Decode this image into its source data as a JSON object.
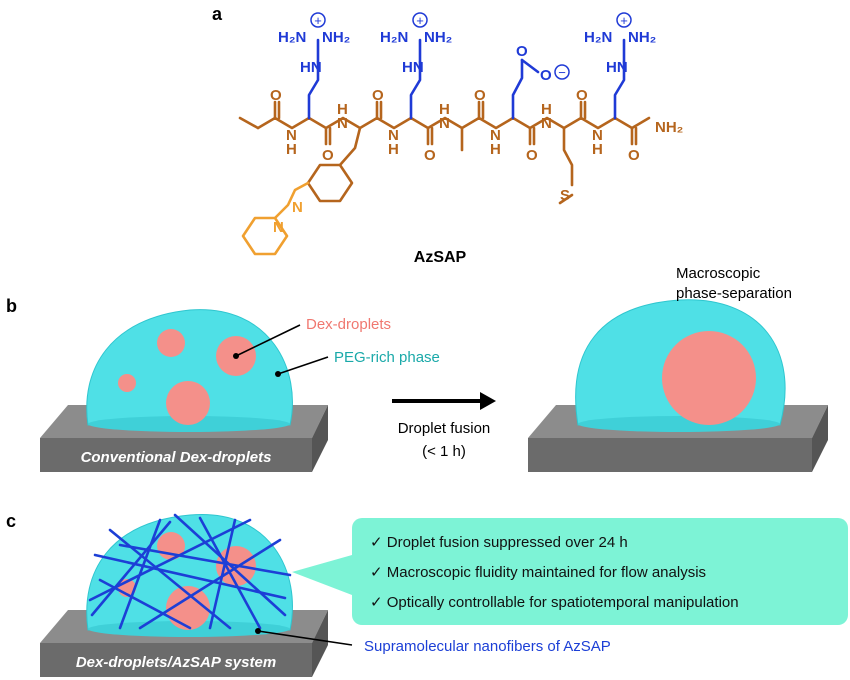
{
  "panels": {
    "a": {
      "label": "a",
      "molecule_name": "AzSAP",
      "atoms": {
        "h2n": "H₂N",
        "nh2": "NH₂",
        "hn": "HN",
        "nh": "N",
        "h": "H",
        "o": "O",
        "charge_plus": "+",
        "charge_minus": "−",
        "s": "S",
        "n": "N"
      },
      "colors": {
        "arginine": "#1f3ad6",
        "backbone": "#b5651d",
        "azobenzene": "#f0a030"
      }
    },
    "b": {
      "label": "b",
      "dex_droplets_label": "Dex-droplets",
      "peg_phase_label": "PEG-rich phase",
      "base_caption": "Conventional Dex-droplets",
      "arrow_label_line1": "Droplet fusion",
      "arrow_label_line2": "(< 1 h)",
      "result_label_line1": "Macroscopic",
      "result_label_line2": "phase-separation"
    },
    "c": {
      "label": "c",
      "base_caption": "Dex-droplets/AzSAP system",
      "nanofiber_label": "Supramolecular nanofibers of AzSAP",
      "benefits": [
        "✓ Droplet fusion suppressed over 24 h",
        "✓ Macroscopic fluidity maintained for flow analysis",
        "✓ Optically controllable for spatiotemporal manipulation"
      ]
    }
  },
  "colors": {
    "dome": "#4fe0e6",
    "droplet": "#f4908a",
    "fiber": "#1c3fd6",
    "callout": "#7df3d6",
    "slab_top": "#8c8c8c",
    "slab_side": "#6b6b6b",
    "peg_label": "#1aa9a9",
    "dex_label": "#f07870",
    "nanofiber_label": "#1c3fd6"
  }
}
